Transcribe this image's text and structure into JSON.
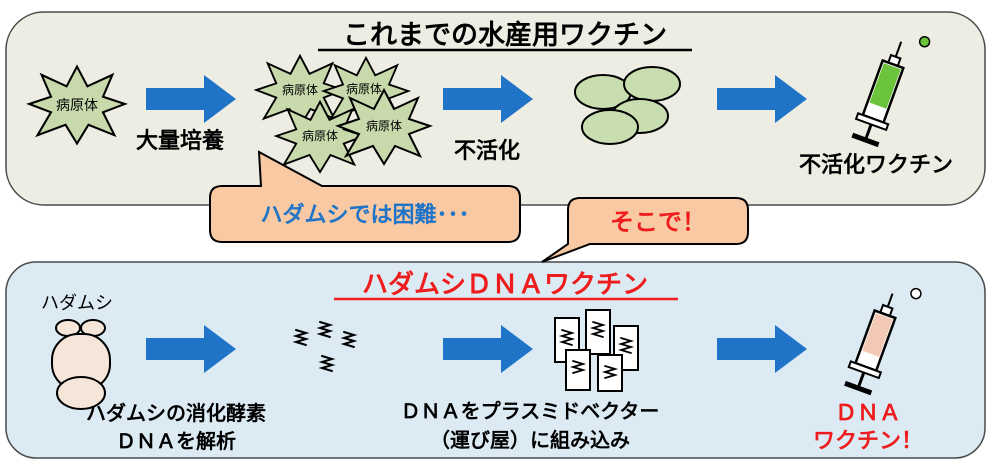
{
  "top_panel": {
    "title": "これまでの水産用ワクチン",
    "pathogen_label": "病原体",
    "step1_label": "大量培養",
    "step2_label": "不活化",
    "final_label": "不活化ワクチン"
  },
  "callouts": {
    "difficulty": "ハダムシでは困難･･･",
    "therefore": "そこで！"
  },
  "bottom_panel": {
    "title": "ハダムシＤＮＡワクチン",
    "parasite_label": "ハダムシ",
    "step1_line1": "ハダムシの消化酵素",
    "step1_line2": "ＤＮＡを解析",
    "step2_line1": "ＤＮＡをプラスミドベクター",
    "step2_line2": "（運び屋）に組み込み",
    "final_line1": "ＤＮＡ",
    "final_line2": "ワクチン！"
  },
  "colors": {
    "top_panel_bg": "#eeede3",
    "bottom_panel_bg": "#dbeaf3",
    "arrow": "#1f74c8",
    "pathogen_fill": "#c8d9ac",
    "cell_fill": "#c8deb0",
    "syringe_liquid_top": "#6cc33c",
    "syringe_liquid_bottom": "#f3c9b6",
    "callout_fill": "#f8c9a2",
    "title_red": "#ee1c1c"
  }
}
